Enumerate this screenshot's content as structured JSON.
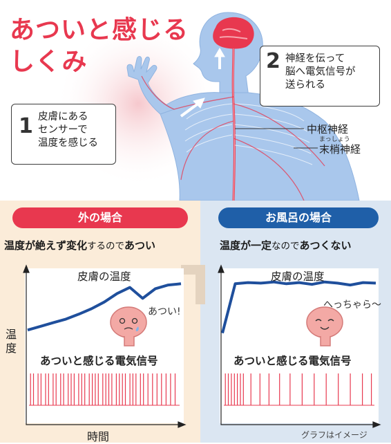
{
  "title": {
    "line1": "あついと感じる",
    "line2": "しくみ"
  },
  "callout1": {
    "num": "1",
    "line1": "皮膚にある",
    "line2": "センサーで",
    "line3": "温度を感じる"
  },
  "callout2": {
    "num": "2",
    "line1": "神経を伝って",
    "line2": "脳へ電気信号が",
    "line3": "送られる"
  },
  "labels": {
    "central": "中枢神経",
    "peripheral": "末梢神経",
    "peripheral_ruby": "まっしょう"
  },
  "left": {
    "pill": "外の場合",
    "headline_a": "温度が絶えず変化",
    "headline_b": "するので",
    "headline_c": "あつい",
    "temp_title": "皮膚の温度",
    "exclaim": "あつい!",
    "signal_title": "あついと感じる電気信号",
    "ylabel_1": "温",
    "ylabel_2": "度",
    "xlabel": "時間"
  },
  "right": {
    "pill": "お風呂の場合",
    "headline_a": "温度が一定",
    "headline_b": "なので",
    "headline_c": "あつくない",
    "temp_title": "皮膚の温度",
    "exclaim": "へっちゃら～",
    "signal_title": "あついと感じる電気信号",
    "note": "グラフはイメージ"
  },
  "colors": {
    "title": "#e8384f",
    "left_pill": "#e8384f",
    "right_pill": "#1f5fa8",
    "temp_line": "#1f4f9c",
    "signal": "#e8384f",
    "left_bg": "#fbecd9",
    "right_bg": "#dbe6f2"
  },
  "chart_data": [
    {
      "type": "line",
      "title": "皮膚の温度",
      "xlabel": "時間",
      "ylabel": "温度",
      "x": [
        0,
        1,
        2,
        3,
        4,
        5,
        6,
        7,
        8,
        9,
        10,
        11,
        12
      ],
      "series": [
        {
          "values": [
            0.1,
            0.16,
            0.22,
            0.28,
            0.36,
            0.45,
            0.56,
            0.7,
            0.8,
            0.62,
            0.78,
            0.84,
            0.86
          ]
        }
      ]
    },
    {
      "type": "line",
      "title": "皮膚の温度",
      "x": [
        0,
        1,
        2,
        3,
        4,
        5,
        6,
        7,
        8,
        9,
        10,
        11,
        12
      ],
      "series": [
        {
          "values": [
            0.05,
            0.86,
            0.88,
            0.87,
            0.89,
            0.86,
            0.88,
            0.85,
            0.89,
            0.87,
            0.84,
            0.88,
            0.87
          ]
        }
      ]
    },
    {
      "type": "line",
      "title": "あついと感じる電気信号",
      "spike_times": [
        0.01,
        0.03,
        0.06,
        0.08,
        0.11,
        0.13,
        0.16,
        0.18,
        0.21,
        0.23,
        0.26,
        0.28,
        0.3,
        0.33,
        0.35,
        0.37,
        0.4,
        0.42,
        0.44,
        0.46,
        0.49,
        0.51,
        0.53,
        0.55,
        0.58,
        0.6,
        0.62,
        0.64,
        0.67,
        0.69,
        0.71,
        0.74,
        0.76,
        0.79,
        0.82,
        0.85,
        0.88,
        0.91,
        0.94,
        0.97
      ]
    },
    {
      "type": "line",
      "title": "あついと感じる電気信号",
      "spike_times": [
        0.01,
        0.03,
        0.05,
        0.07,
        0.09,
        0.11,
        0.13,
        0.18,
        0.24,
        0.3,
        0.37,
        0.44,
        0.52,
        0.6,
        0.68,
        0.76,
        0.84,
        0.92,
        0.98
      ]
    }
  ]
}
